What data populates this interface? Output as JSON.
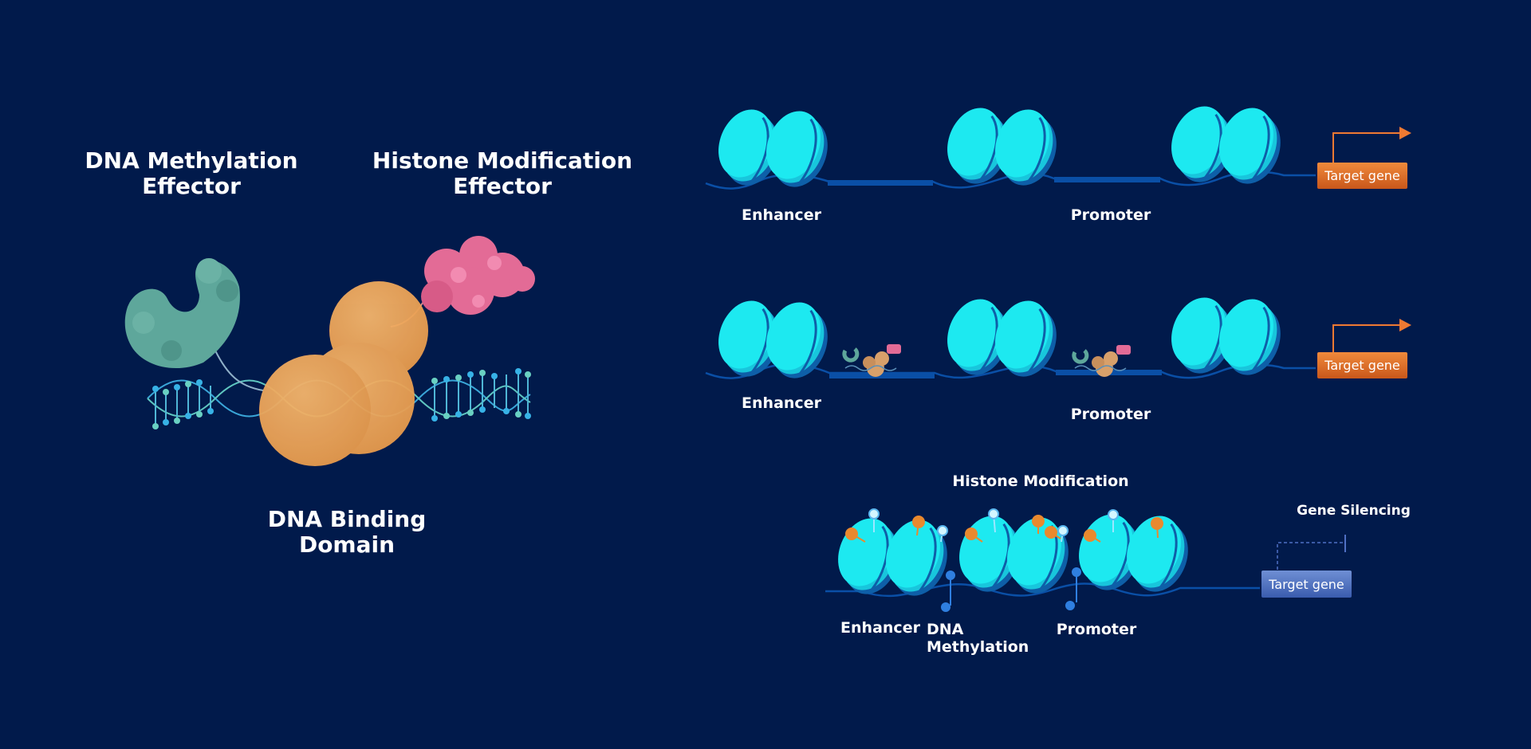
{
  "colors": {
    "background": "#011a4b",
    "nucleosome": "#1de9f0",
    "nucleosome_dark": "#0e5fa8",
    "dna_strand": "#0a4fa6",
    "binding_domain": "#efa95c",
    "histone_effector": "#e36b96",
    "methylation_effector": "#5ea79b",
    "target_gene_active": "#e2712c",
    "target_gene_silenced": "#4f70c4",
    "arrow": "#f07a32",
    "methyl_mark": "#e9892e",
    "acetyl_mark": "#9be6ff"
  },
  "left_panel": {
    "dna_methylation_effector": "DNA Methylation\nEffector",
    "histone_modification_effector": "Histone Modification\nEffector",
    "dna_binding_domain": "DNA Binding\nDomain"
  },
  "row1": {
    "enhancer": "Enhancer",
    "promoter": "Promoter",
    "target_gene": "Target gene"
  },
  "row2": {
    "enhancer": "Enhancer",
    "promoter": "Promoter",
    "target_gene": "Target gene"
  },
  "row3": {
    "histone_modification": "Histone Modification",
    "gene_silencing": "Gene Silencing",
    "enhancer": "Enhancer",
    "dna_methylation": "DNA\nMethylation",
    "promoter": "Promoter",
    "target_gene": "Target gene"
  }
}
